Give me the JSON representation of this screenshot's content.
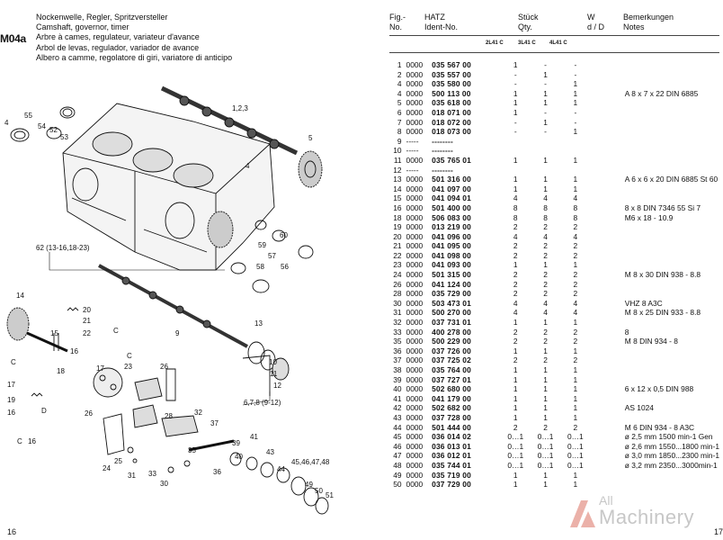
{
  "section_code": "M04a",
  "titles": [
    "Nockenwelle, Regler, Spritzversteller",
    "Camshaft, governor, timer",
    "Arbre à cames, regulateur, variateur d'avance",
    "Arbol de levas, regulador, variador de avance",
    "Albero a camme, regolatore di giri, variatore di anticipo"
  ],
  "page_left": "16",
  "page_right": "17",
  "header": {
    "fig": "Fig.-",
    "no": "No.",
    "hatz": "HATZ",
    "ident": "Ident-No.",
    "stueck": "Stück",
    "qty": "Qty.",
    "w": "W",
    "dd": "d / D",
    "bem": "Bemerkungen",
    "notes": "Notes"
  },
  "models": [
    "2L41 C",
    "3L41 C",
    "4L41 C"
  ],
  "callouts": [
    "55",
    "54",
    "4",
    "52",
    "53",
    "1,2,3",
    "5",
    "4",
    "62 (13-16,18-23)",
    "56",
    "57",
    "58",
    "60",
    "59",
    "14",
    "20",
    "21",
    "22",
    "C",
    "15",
    "16",
    "9",
    "13",
    "10",
    "11",
    "12",
    "C",
    "23",
    "17",
    "C",
    "26",
    "18",
    "17",
    "19",
    "16",
    "D",
    "C",
    "16",
    "26",
    "28",
    "32",
    "37",
    "6,7,8 (9-12)",
    "24",
    "25",
    "31",
    "33",
    "30",
    "35",
    "36",
    "39",
    "41",
    "40",
    "43",
    "44",
    "45,46,47,48",
    "49",
    "50",
    "51"
  ],
  "watermark": {
    "line1": "All",
    "line2": "Machinery"
  },
  "rows": [
    {
      "fig": "1",
      "pre": "0000",
      "suf": "035 567 00",
      "q": [
        "1",
        "-",
        "-"
      ],
      "rem": ""
    },
    {
      "fig": "2",
      "pre": "0000",
      "suf": "035 557 00",
      "q": [
        "-",
        "1",
        "-"
      ],
      "rem": ""
    },
    {
      "fig": "4",
      "pre": "0000",
      "suf": "035 580 00",
      "q": [
        "-",
        "-",
        "1"
      ],
      "rem": ""
    },
    {
      "fig": "4",
      "pre": "0000",
      "suf": "500 113 00",
      "q": [
        "1",
        "1",
        "1"
      ],
      "rem": "A 8 x 7 x 22 DIN 6885"
    },
    {
      "fig": "5",
      "pre": "0000",
      "suf": "035 618 00",
      "q": [
        "1",
        "1",
        "1"
      ],
      "rem": ""
    },
    {
      "fig": "6",
      "pre": "0000",
      "suf": "018 071 00",
      "q": [
        "1",
        "-",
        "-"
      ],
      "rem": ""
    },
    {
      "fig": "7",
      "pre": "0000",
      "suf": "018 072 00",
      "q": [
        "-",
        "1",
        "-"
      ],
      "rem": ""
    },
    {
      "fig": "8",
      "pre": "0000",
      "suf": "018 073 00",
      "q": [
        "-",
        "-",
        "1"
      ],
      "rem": ""
    },
    {
      "fig": "9",
      "pre": "-----",
      "suf": "--------",
      "q": [
        "",
        "",
        ""
      ],
      "rem": ""
    },
    {
      "fig": "10",
      "pre": "-----",
      "suf": "--------",
      "q": [
        "",
        "",
        ""
      ],
      "rem": ""
    },
    {
      "fig": "11",
      "pre": "0000",
      "suf": "035 765 01",
      "q": [
        "1",
        "1",
        "1"
      ],
      "rem": ""
    },
    {
      "fig": "12",
      "pre": "-----",
      "suf": "--------",
      "q": [
        "",
        "",
        ""
      ],
      "rem": ""
    },
    {
      "fig": "13",
      "pre": "0000",
      "suf": "501 316 00",
      "q": [
        "1",
        "1",
        "1"
      ],
      "rem": "A 6 x 6 x 20 DIN 6885 St 60"
    },
    {
      "fig": "14",
      "pre": "0000",
      "suf": "041 097 00",
      "q": [
        "1",
        "1",
        "1"
      ],
      "rem": ""
    },
    {
      "fig": "15",
      "pre": "0000",
      "suf": "041 094 01",
      "q": [
        "4",
        "4",
        "4"
      ],
      "rem": ""
    },
    {
      "fig": "16",
      "pre": "0000",
      "suf": "501 400 00",
      "q": [
        "8",
        "8",
        "8"
      ],
      "rem": "8 x 8 DIN 7346 55 Si 7"
    },
    {
      "fig": "18",
      "pre": "0000",
      "suf": "506 083 00",
      "q": [
        "8",
        "8",
        "8"
      ],
      "rem": "M6 x 18 - 10.9"
    },
    {
      "fig": "19",
      "pre": "0000",
      "suf": "013 219 00",
      "q": [
        "2",
        "2",
        "2"
      ],
      "rem": ""
    },
    {
      "fig": "20",
      "pre": "0000",
      "suf": "041 096 00",
      "q": [
        "4",
        "4",
        "4"
      ],
      "rem": ""
    },
    {
      "fig": "21",
      "pre": "0000",
      "suf": "041 095 00",
      "q": [
        "2",
        "2",
        "2"
      ],
      "rem": ""
    },
    {
      "fig": "22",
      "pre": "0000",
      "suf": "041 098 00",
      "q": [
        "2",
        "2",
        "2"
      ],
      "rem": ""
    },
    {
      "fig": "23",
      "pre": "0000",
      "suf": "041 093 00",
      "q": [
        "1",
        "1",
        "1"
      ],
      "rem": ""
    },
    {
      "fig": "24",
      "pre": "0000",
      "suf": "501 315 00",
      "q": [
        "2",
        "2",
        "2"
      ],
      "rem": "M 8 x 30 DIN 938 - 8.8"
    },
    {
      "fig": "26",
      "pre": "0000",
      "suf": "041 124 00",
      "q": [
        "2",
        "2",
        "2"
      ],
      "rem": ""
    },
    {
      "fig": "28",
      "pre": "0000",
      "suf": "035 729 00",
      "q": [
        "2",
        "2",
        "2"
      ],
      "rem": ""
    },
    {
      "fig": "30",
      "pre": "0000",
      "suf": "503 473 01",
      "q": [
        "4",
        "4",
        "4"
      ],
      "rem": "VHZ 8 A3C"
    },
    {
      "fig": "31",
      "pre": "0000",
      "suf": "500 270 00",
      "q": [
        "4",
        "4",
        "4"
      ],
      "rem": "M 8 x 25 DIN 933 - 8.8"
    },
    {
      "fig": "32",
      "pre": "0000",
      "suf": "037 731 01",
      "q": [
        "1",
        "1",
        "1"
      ],
      "rem": ""
    },
    {
      "fig": "33",
      "pre": "0000",
      "suf": "400 278 00",
      "q": [
        "2",
        "2",
        "2"
      ],
      "rem": "8"
    },
    {
      "fig": "35",
      "pre": "0000",
      "suf": "500 229 00",
      "q": [
        "2",
        "2",
        "2"
      ],
      "rem": "M 8 DIN 934 - 8"
    },
    {
      "fig": "36",
      "pre": "0000",
      "suf": "037 726 00",
      "q": [
        "1",
        "1",
        "1"
      ],
      "rem": ""
    },
    {
      "fig": "37",
      "pre": "0000",
      "suf": "037 725 02",
      "q": [
        "2",
        "2",
        "2"
      ],
      "rem": ""
    },
    {
      "fig": "38",
      "pre": "0000",
      "suf": "035 764 00",
      "q": [
        "1",
        "1",
        "1"
      ],
      "rem": ""
    },
    {
      "fig": "39",
      "pre": "0000",
      "suf": "037 727 01",
      "q": [
        "1",
        "1",
        "1"
      ],
      "rem": ""
    },
    {
      "fig": "40",
      "pre": "0000",
      "suf": "502 680 00",
      "q": [
        "1",
        "1",
        "1"
      ],
      "rem": "6 x 12 x 0,5 DIN 988"
    },
    {
      "fig": "41",
      "pre": "0000",
      "suf": "041 179 00",
      "q": [
        "1",
        "1",
        "1"
      ],
      "rem": ""
    },
    {
      "fig": "42",
      "pre": "0000",
      "suf": "502 682 00",
      "q": [
        "1",
        "1",
        "1"
      ],
      "rem": "AS 1024"
    },
    {
      "fig": "43",
      "pre": "0000",
      "suf": "037 728 00",
      "q": [
        "1",
        "1",
        "1"
      ],
      "rem": ""
    },
    {
      "fig": "44",
      "pre": "0000",
      "suf": "501 444 00",
      "q": [
        "2",
        "2",
        "2"
      ],
      "rem": "M 6 DIN 934 - 8 A3C"
    },
    {
      "fig": "45",
      "pre": "0000",
      "suf": "036 014 02",
      "q": [
        "0…1",
        "0…1",
        "0…1"
      ],
      "rem": "ø 2,5 mm 1500 min-1 Gen"
    },
    {
      "fig": "46",
      "pre": "0000",
      "suf": "036 013 01",
      "q": [
        "0…1",
        "0…1",
        "0…1"
      ],
      "rem": "ø 2,6 mm 1550...1800 min-1"
    },
    {
      "fig": "47",
      "pre": "0000",
      "suf": "036 012 01",
      "q": [
        "0…1",
        "0…1",
        "0…1"
      ],
      "rem": "ø 3,0 mm 1850...2300 min-1"
    },
    {
      "fig": "48",
      "pre": "0000",
      "suf": "035 744 01",
      "q": [
        "0…1",
        "0…1",
        "0…1"
      ],
      "rem": "ø 3,2 mm 2350...3000min-1"
    },
    {
      "fig": "49",
      "pre": "0000",
      "suf": "035 719 00",
      "q": [
        "1",
        "1",
        "1"
      ],
      "rem": ""
    },
    {
      "fig": "50",
      "pre": "0000",
      "suf": "037 729 00",
      "q": [
        "1",
        "1",
        "1"
      ],
      "rem": ""
    }
  ]
}
